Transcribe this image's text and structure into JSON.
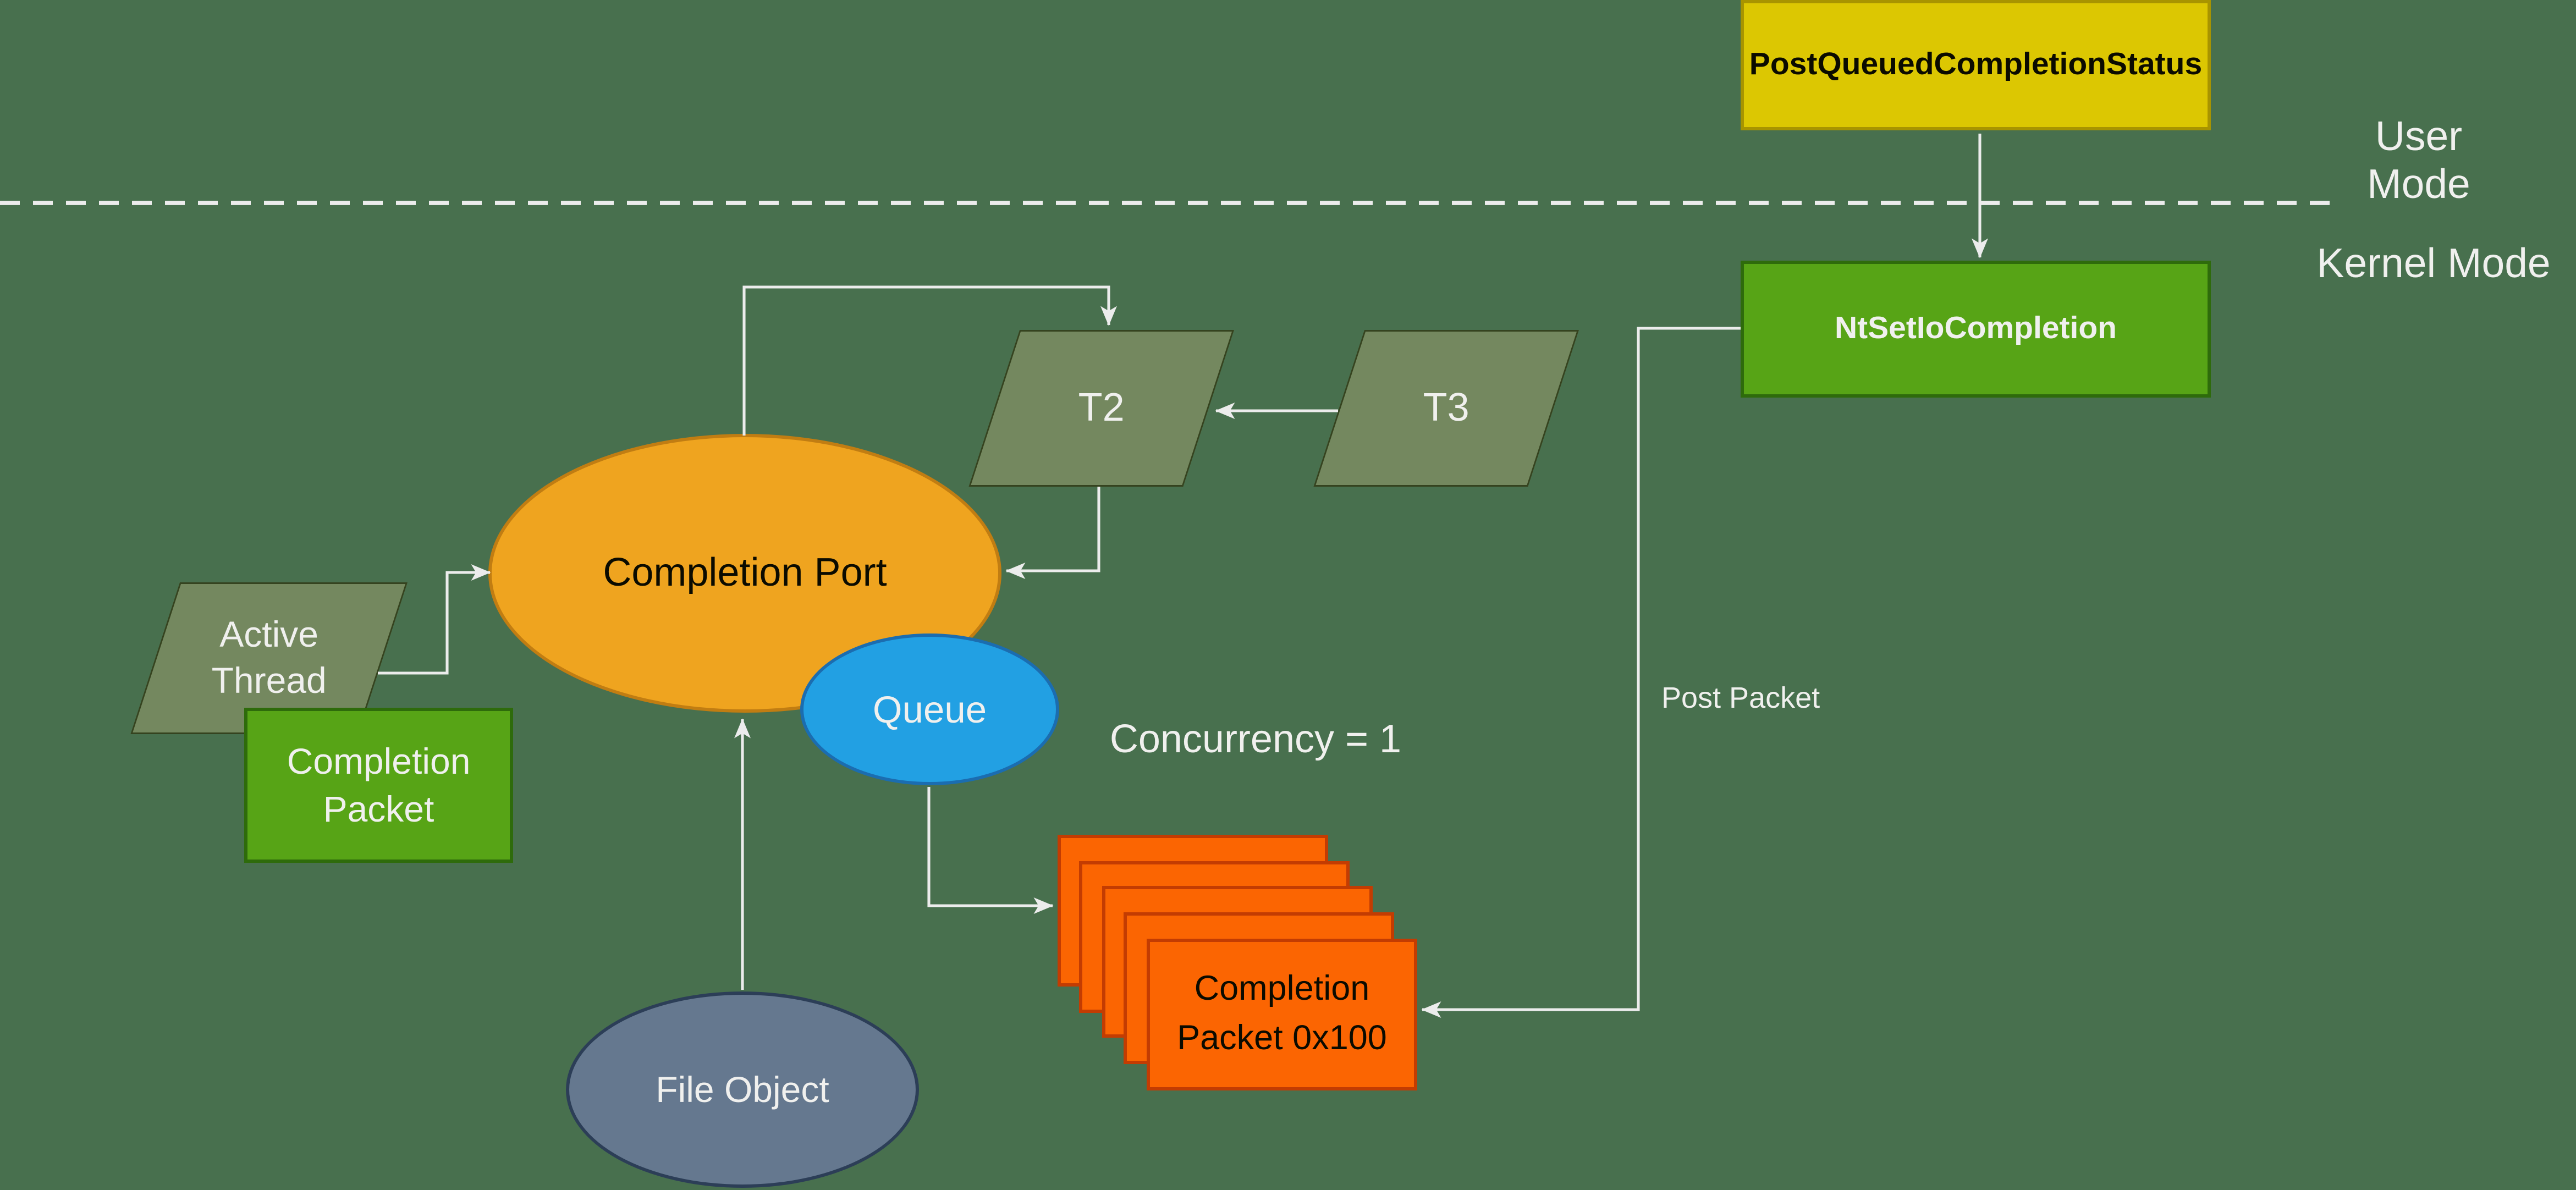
{
  "background_color": "#48704e",
  "line_color": "#ececec",
  "divider": {
    "user_label": "User Mode",
    "kernel_label": "Kernel Mode",
    "style": "dashed"
  },
  "nodes": {
    "post_queued": {
      "label": "PostQueuedCompletionStatus",
      "fill": "#dcc702",
      "border": "#a89400",
      "text_color": "#0b0b00"
    },
    "nt_set_io": {
      "label": "NtSetIoCompletion",
      "fill": "#57a416",
      "border": "#2e6b0b",
      "text_color": "#f0f0ee"
    },
    "t2": {
      "label": "T2",
      "shape": "parallelogram",
      "fill": "#74885f"
    },
    "t3": {
      "label": "T3",
      "shape": "parallelogram",
      "fill": "#74885f"
    },
    "active_thread": {
      "line1": "Active",
      "line2": "Thread",
      "shape": "parallelogram",
      "fill": "#74885f"
    },
    "completion_port": {
      "label": "Completion Port",
      "shape": "ellipse",
      "fill": "#efa41f",
      "text_color": "#0b0b00"
    },
    "queue": {
      "label": "Queue",
      "shape": "ellipse",
      "fill": "#22a0e3",
      "text_color": "#f0f0ee"
    },
    "completion_packet": {
      "line1": "Completion",
      "line2": "Packet",
      "fill": "#57a416",
      "text_color": "#f0f0ee"
    },
    "packet_stack": {
      "line1": "Completion",
      "line2": "Packet 0x100",
      "layer_count": 5,
      "fill": "#fb6502",
      "text_color": "#0b0b00"
    },
    "file_object": {
      "label": "File Object",
      "shape": "ellipse",
      "fill": "#65788f",
      "text_color": "#f0f0ee"
    }
  },
  "annotations": {
    "concurrency": "Concurrency = 1",
    "post_packet": "Post Packet"
  },
  "edges": [
    "PostQueuedCompletionStatus -> NtSetIoCompletion",
    "CompletionPort -> T2",
    "T3 -> T2",
    "T2 -> CompletionPort",
    "ActiveThread -> CompletionPort",
    "Queue -> PacketStack",
    "NtSetIoCompletion -> PacketStack (Post Packet)",
    "FileObject -> CompletionPort"
  ]
}
